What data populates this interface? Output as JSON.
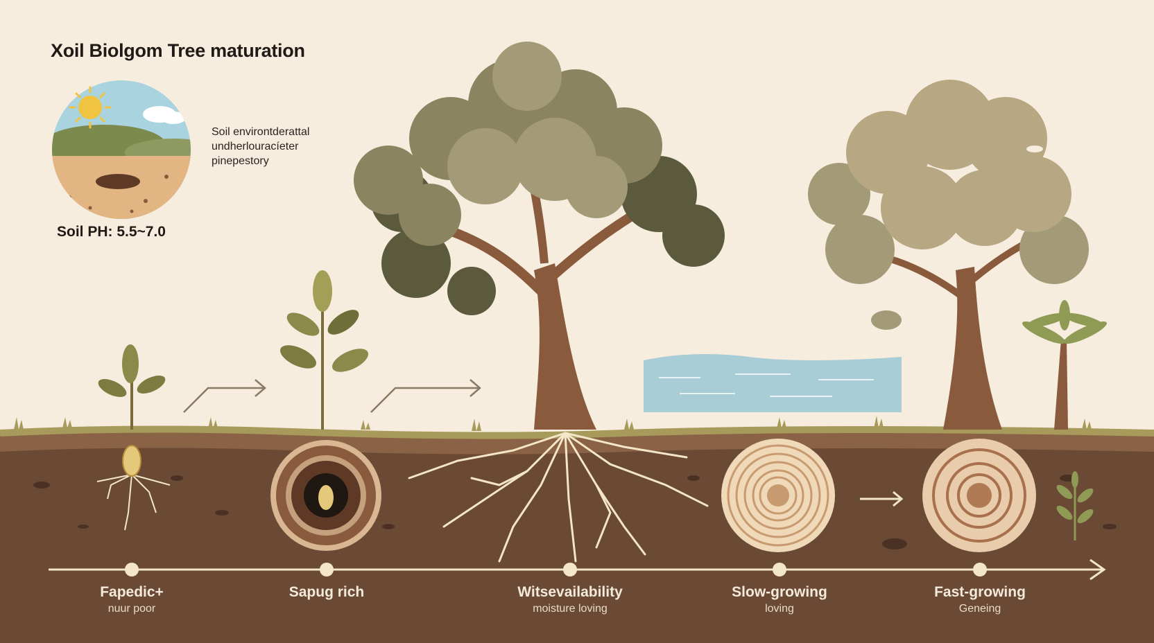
{
  "header": {
    "title": "Xoil Biolgom Tree maturation",
    "description_lines": [
      "Soil environtderattal",
      "undherlouracíeter",
      "pinepestory"
    ],
    "soil_ph": "Soil PH: 5.5~7.0"
  },
  "stages": [
    {
      "label": "Fapedic+",
      "sub": "nuur poor"
    },
    {
      "label": "Sapug rich",
      "sub": ""
    },
    {
      "label": "Witsevailability",
      "sub": "moisture loving"
    },
    {
      "label": "Slow-growing",
      "sub": "loving"
    },
    {
      "label": "Fast-growing",
      "sub": "Geneing"
    }
  ],
  "colors": {
    "background": "#f6eddf",
    "soil": "#6b4a35",
    "soil_top": "#8a6245",
    "grass": "#a89a5a",
    "trunk": "#8a5a3c",
    "foliage_dark": "#5b5a3c",
    "foliage_mid": "#8a8460",
    "foliage_light": "#b7a883",
    "water": "#a9cdd6",
    "root": "#f4e6c8"
  }
}
